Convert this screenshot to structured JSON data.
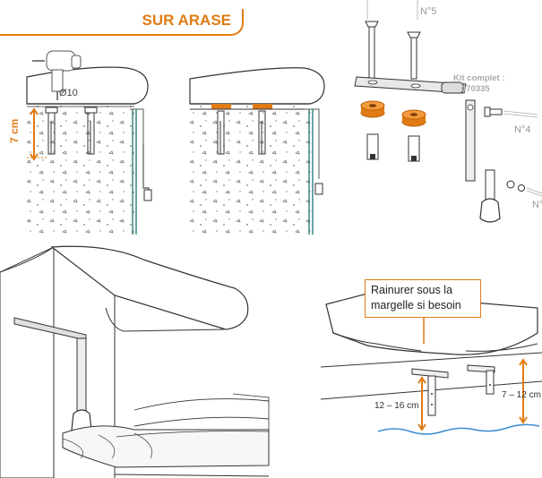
{
  "header": {
    "title": "SUR ARASE"
  },
  "drill": {
    "diameter_label": "Ø10"
  },
  "depth": {
    "label": "7 cm"
  },
  "parts": {
    "label_n5": "N°5",
    "label_n4": "N°4",
    "label_n_cut": "N°",
    "kit_label_line1": "Kit complet :",
    "kit_label_line2": "070335"
  },
  "callout": {
    "line1": "Rainurer sous la",
    "line2": "margelle si besoin"
  },
  "measures": {
    "left_range": "12 – 16 cm",
    "right_range": "7 – 12 cm"
  },
  "colors": {
    "accent": "#e07b14",
    "line": "#333333",
    "water": "#3a8bd1",
    "steel": "#8a8a8a",
    "teal": "#2a7f7a"
  }
}
